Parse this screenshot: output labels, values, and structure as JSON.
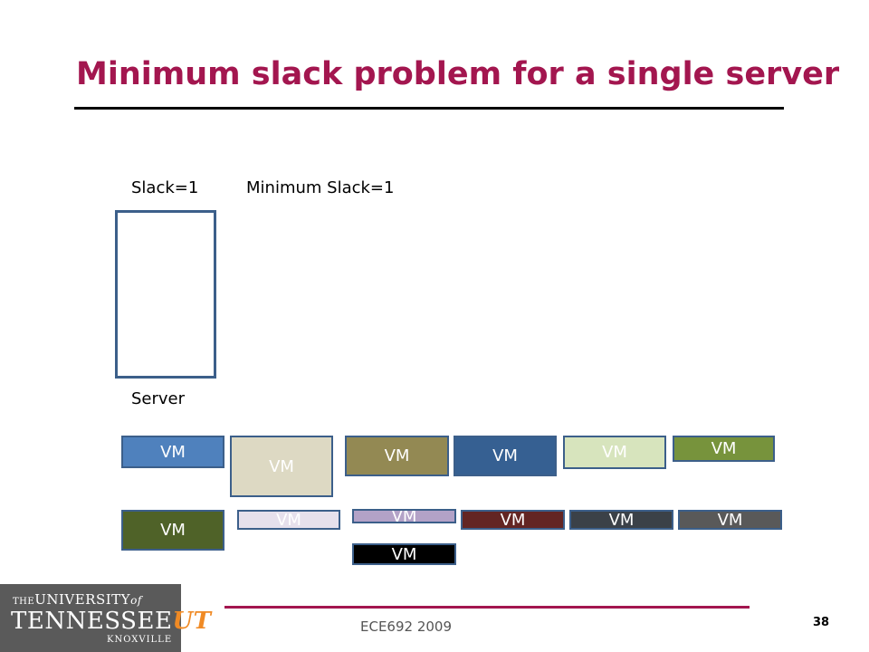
{
  "slide": {
    "title": "Minimum slack problem for a single server",
    "slack_label": "Slack=1",
    "min_slack_label": "Minimum Slack=1",
    "server_label": "Server"
  },
  "vms": [
    {
      "label": "VM",
      "fill": "#4f81bd",
      "text_color": "#ffffff"
    },
    {
      "label": "VM",
      "fill": "#ddd9c3",
      "text_color": "#ffffff"
    },
    {
      "label": "VM",
      "fill": "#938953",
      "text_color": "#ffffff"
    },
    {
      "label": "VM",
      "fill": "#366092",
      "text_color": "#ffffff"
    },
    {
      "label": "VM",
      "fill": "#d7e4bd",
      "text_color": "#ffffff"
    },
    {
      "label": "VM",
      "fill": "#77933c",
      "text_color": "#ffffff"
    },
    {
      "label": "VM",
      "fill": "#4f6228",
      "text_color": "#ffffff"
    },
    {
      "label": "VM",
      "fill": "#e6e0ec",
      "text_color": "#ffffff"
    },
    {
      "label": "VM",
      "fill": "#b3a2c7",
      "text_color": "#ffffff"
    },
    {
      "label": "VM",
      "fill": "#632523",
      "text_color": "#ffffff"
    },
    {
      "label": "VM",
      "fill": "#3b4148",
      "text_color": "#ffffff"
    },
    {
      "label": "VM",
      "fill": "#595959",
      "text_color": "#ffffff"
    },
    {
      "label": "VM",
      "fill": "#000000",
      "text_color": "#ffffff"
    }
  ],
  "footer": {
    "course": "ECE692   2009",
    "page_number": "38"
  },
  "logo": {
    "line1_the": "THE",
    "line1_university": "UNIVERSITY",
    "line1_of": "of",
    "line2": "TENNESSEE",
    "line2_ut": "UT",
    "line3": "KNOXVILLE"
  },
  "colors": {
    "title": "#a3164f",
    "vm_border": "#3c5f8a",
    "logo_bg": "#5a5a5a",
    "logo_accent": "#f08a24"
  }
}
